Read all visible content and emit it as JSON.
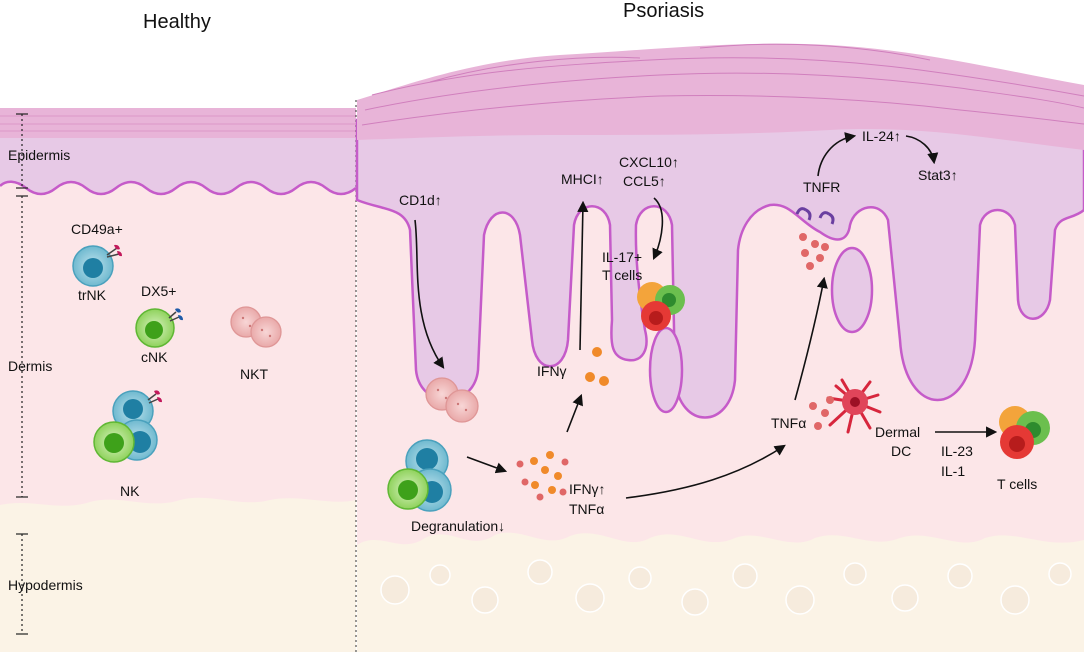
{
  "titles": {
    "healthy": "Healthy",
    "psoriasis": "Psoriasis"
  },
  "layers": {
    "epidermis": "Epidermis",
    "dermis": "Dermis",
    "hypodermis": "Hypodermis"
  },
  "healthy_cells": {
    "cd49a": "CD49a+",
    "trnk": "trNK",
    "dx5": "DX5+",
    "cnk": "cNK",
    "nkt": "NKT",
    "nk": "NK"
  },
  "psoriasis_labels": {
    "cd1d": "CD1d↑",
    "mhci": "MHCI↑",
    "cxcl10": "CXCL10↑",
    "ccl5": "CCL5↑",
    "il17": "IL-17+",
    "tcells_line": "T cells",
    "ifng": "IFNγ",
    "ifng_up": "IFNγ↑",
    "tnfa": "TNFα",
    "degranulation": "Degranulation↓",
    "tnfr": "TNFR",
    "il24": "IL-24↑",
    "stat3": "Stat3↑",
    "tnfa2": "TNFα",
    "dermal": "Dermal",
    "dc": "DC",
    "il23": "IL-23",
    "il1": "IL-1",
    "tcells": "T cells"
  },
  "colors": {
    "epidermis": "#e7c9e6",
    "dermis": "#fce6e8",
    "hypodermis": "#fbf3e6",
    "outline": "#c55bc9",
    "stratum_corneum": "#e8b4d8",
    "nk_blue": "#2a8fb0",
    "cnk_green": "#6abf3a",
    "nkt_pink": "#e89a9a",
    "granule": "#f08a2a",
    "tcell_red": "#e53935",
    "dc_red": "#d7263d"
  }
}
